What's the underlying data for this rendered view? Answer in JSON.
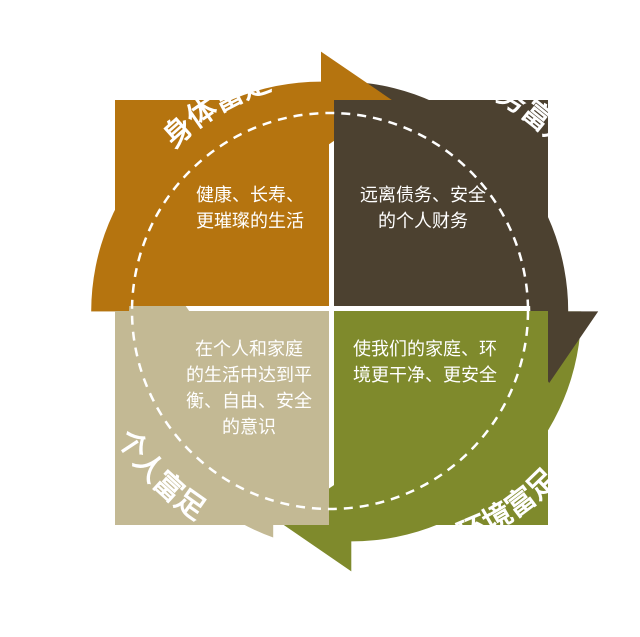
{
  "colors": {
    "physical": "#b5740f",
    "physical_dark": "#a86a0c",
    "financial": "#4c4130",
    "financial_dark": "#3f3526",
    "environment": "#7f8a2c",
    "environment_dark": "#6f7a22",
    "personal": "#c3b994",
    "personal_dark": "#b3a97f",
    "divider": "#ffffff"
  },
  "ring": {
    "physical": {
      "label": "身体富足",
      "icon": "arrow-clockwise"
    },
    "financial": {
      "label": "财务富足",
      "icon": "arrow-clockwise"
    },
    "environment": {
      "label": "环境富足",
      "icon": "arrow-clockwise"
    },
    "personal": {
      "label": "个人富足",
      "icon": "arrow-clockwise"
    }
  },
  "quadrants": {
    "physical": "健康、长寿、\n更璀璨的生活",
    "financial": "远离债务、安全\n的个人财务",
    "environment": "使我们的家庭、环\n境更干净、更安全",
    "personal": "在个人和家庭\n的生活中达到平\n衡、自由、安全\n的意识"
  }
}
